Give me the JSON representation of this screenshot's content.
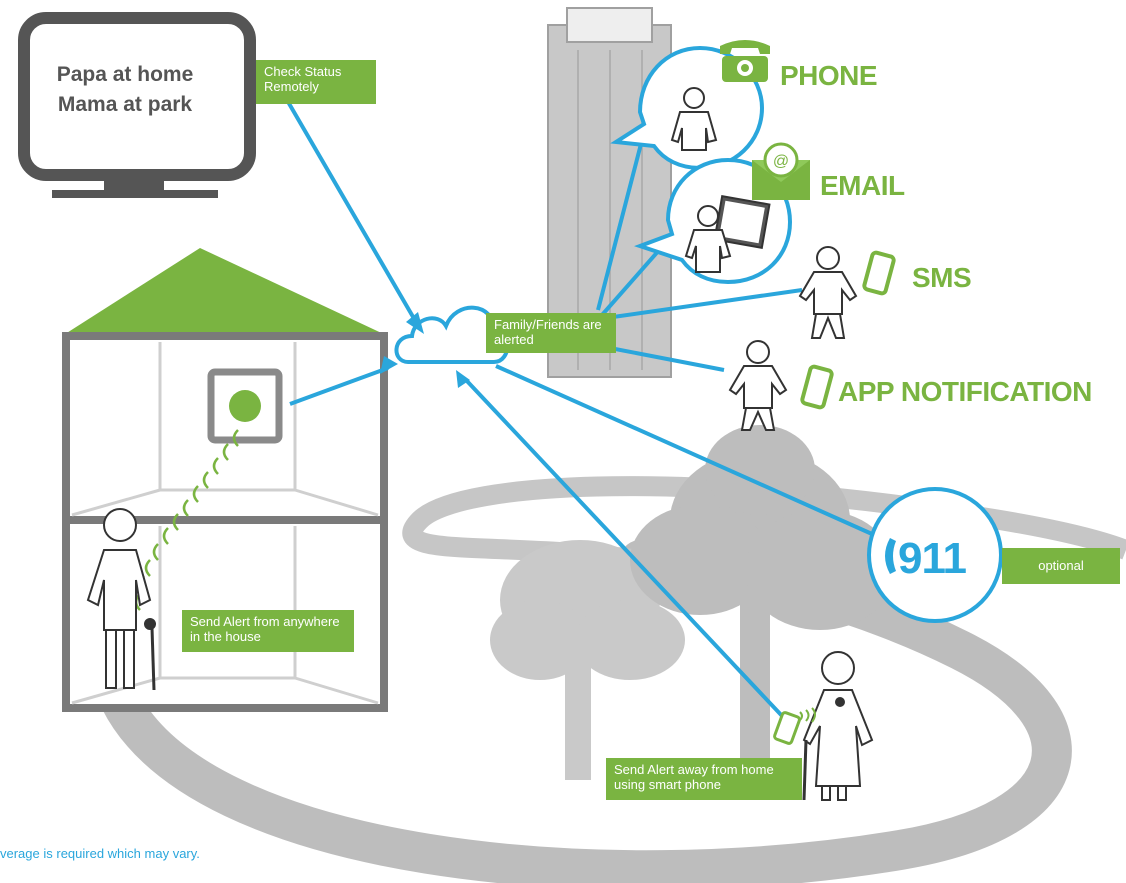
{
  "colors": {
    "green": "#7ab441",
    "blue": "#2aa6dc",
    "dark_gray": "#555555",
    "mid_gray": "#9a9a9a",
    "light_gray": "#c8c8c8"
  },
  "monitor": {
    "line1": "Papa at home",
    "line2": "Mama at park"
  },
  "labels": {
    "check_status": "Check Status Remotely",
    "family_alerted": "Family/Friends are alerted",
    "send_alert_house": "Send Alert from anywhere in the house",
    "send_alert_phone": "Send Alert away from home using smart phone",
    "optional": "optional"
  },
  "channels": {
    "phone": "PHONE",
    "email": "EMAIL",
    "sms": "SMS",
    "app": "APP NOTIFICATION"
  },
  "emergency": {
    "number": "911"
  },
  "footnote": "verage is required which may vary."
}
